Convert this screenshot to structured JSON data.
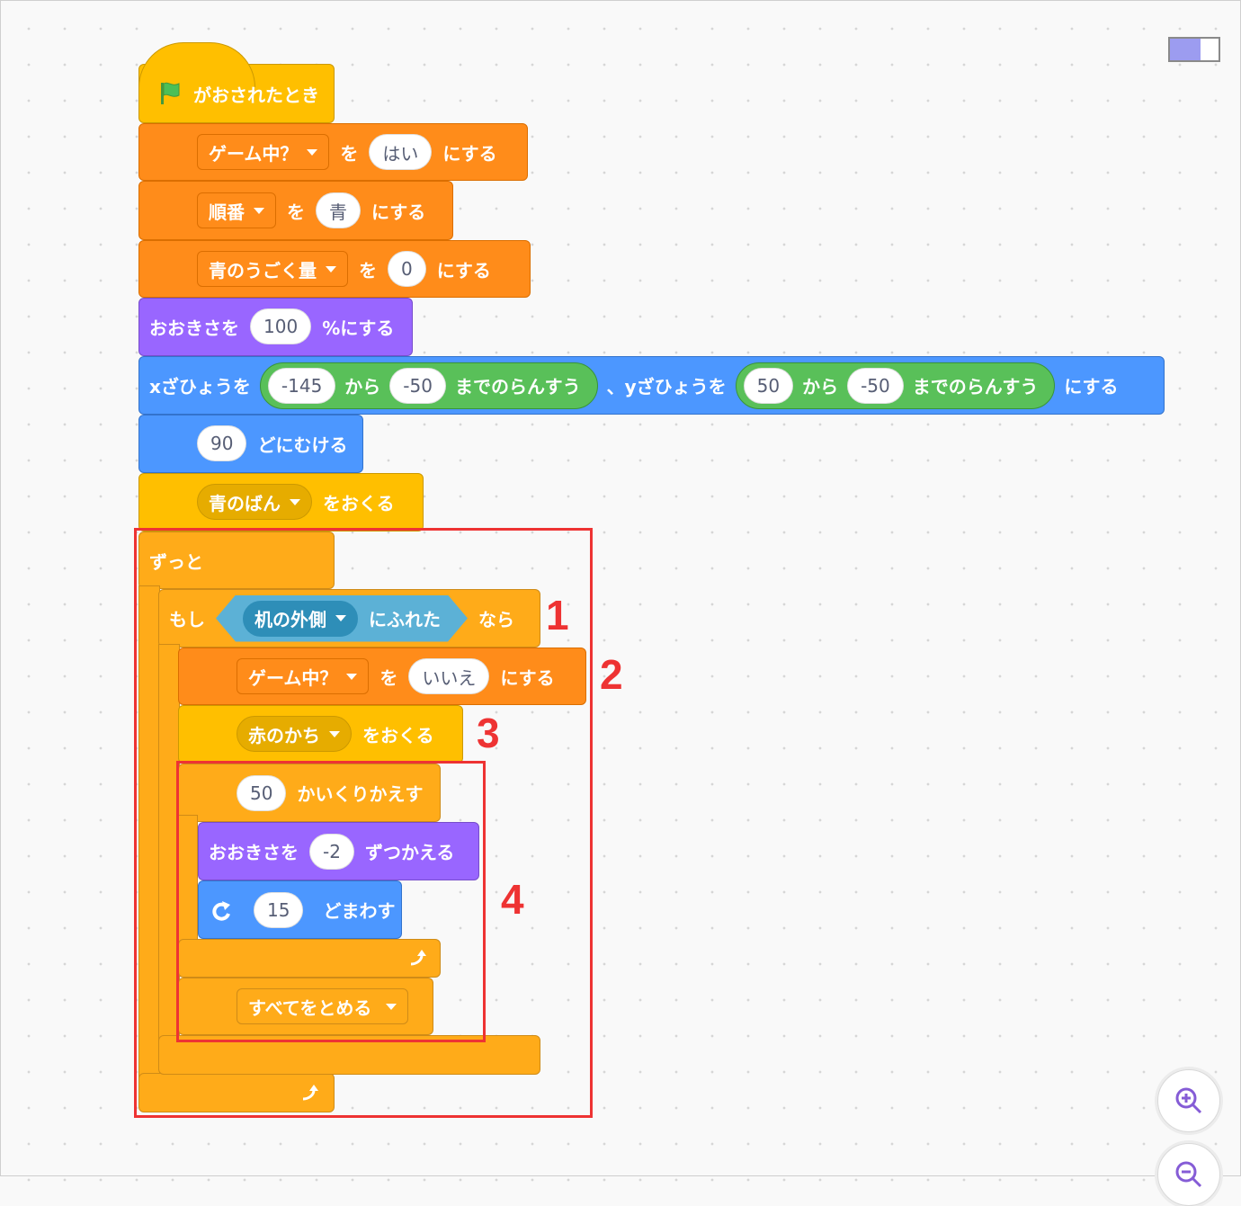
{
  "colors": {
    "event": "#ffbf00",
    "variable": "#ff8c1a",
    "looks": "#9966ff",
    "motion": "#4c97ff",
    "control": "#ffab19",
    "operator": "#59c059",
    "sensing": "#5cb1d6",
    "annotation": "#ee3333"
  },
  "icons": {
    "flag": "green-flag-icon",
    "rotate": "turn-right-icon",
    "loop": "loop-arrow-icon",
    "zoom_in": "zoom-in-icon",
    "zoom_out": "zoom-out-icon"
  },
  "hat": {
    "label": "がおされたとき"
  },
  "set1": {
    "var": "ゲーム中？",
    "wo": "を",
    "value": "はい",
    "suffix": "にする"
  },
  "set2": {
    "var": "順番",
    "wo": "を",
    "value": "青",
    "suffix": "にする"
  },
  "set3": {
    "var": "青のうごく量",
    "wo": "を",
    "value": "0",
    "suffix": "にする"
  },
  "size": {
    "prefix": "おおきさを",
    "value": "100",
    "suffix": "%にする"
  },
  "goto": {
    "prefix": "xざひょうを",
    "x_from": "-145",
    "kara1": "から",
    "x_to": "-50",
    "rand1": "までのらんすう",
    "sep": "、yざひょうを",
    "y_from": "50",
    "kara2": "から",
    "y_to": "-50",
    "rand2": "までのらんすう",
    "suffix": "にする"
  },
  "dir": {
    "value": "90",
    "suffix": "どにむける"
  },
  "broadcast1": {
    "msg": "青のばん",
    "suffix": "をおくる"
  },
  "forever": {
    "label": "ずっと"
  },
  "if": {
    "prefix": "もし",
    "sprite": "机の外側",
    "touch": "にふれた",
    "suffix": "なら"
  },
  "set4": {
    "var": "ゲーム中？",
    "wo": "を",
    "value": "いいえ",
    "suffix": "にする"
  },
  "broadcast2": {
    "msg": "赤のかち",
    "suffix": "をおくる"
  },
  "repeat": {
    "value": "50",
    "suffix": "かいくりかえす"
  },
  "change_size": {
    "prefix": "おおきさを",
    "value": "-2",
    "suffix": "ずつかえる"
  },
  "turn": {
    "value": "15",
    "suffix": "どまわす"
  },
  "stop": {
    "label": "すべてをとめる"
  },
  "annotations": {
    "n1": "1",
    "n2": "2",
    "n3": "3",
    "n4": "4"
  }
}
